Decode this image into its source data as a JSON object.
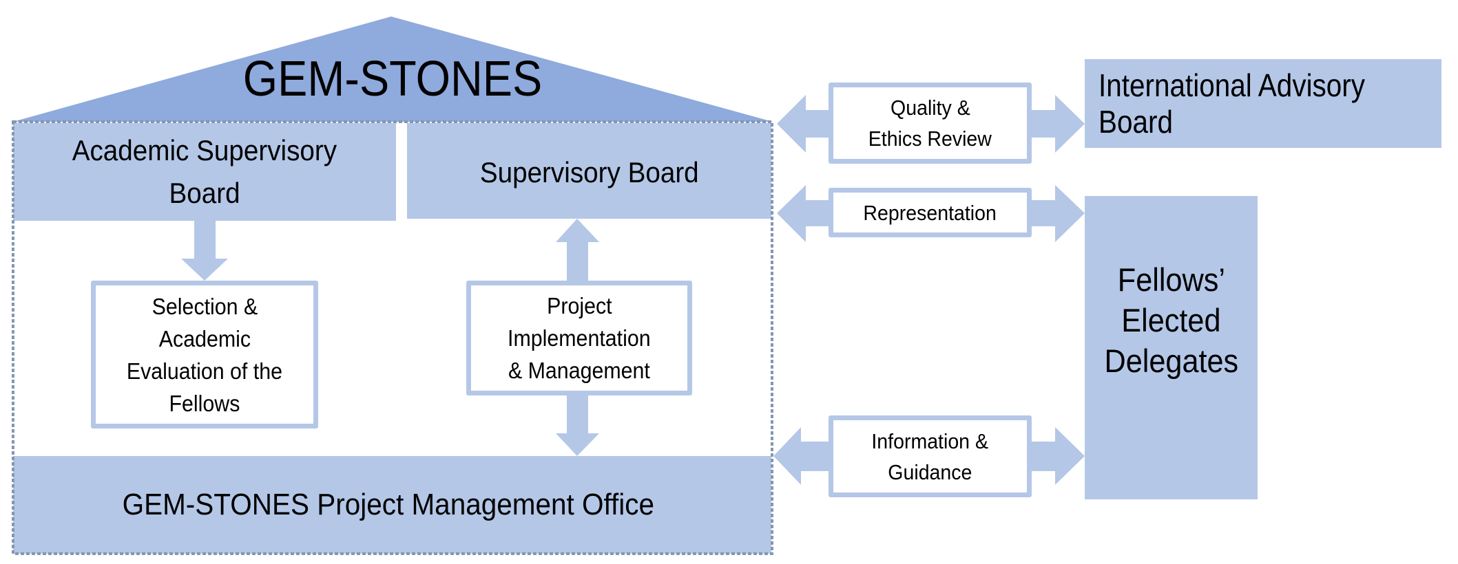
{
  "title": "GEM-STONES",
  "colors": {
    "box_fill": "#b4c7e7",
    "roof_fill": "#8faadc",
    "frame_dash": "#8497b0",
    "text": "#000000",
    "background": "#ffffff"
  },
  "nodes": {
    "academic_supervisory_board": {
      "lines": [
        "Academic Supervisory",
        "Board"
      ]
    },
    "supervisory_board": {
      "lines": [
        "Supervisory Board"
      ]
    },
    "selection_evaluation": {
      "lines": [
        "Selection &",
        "Academic",
        "Evaluation of the",
        "Fellows"
      ]
    },
    "project_implementation": {
      "lines": [
        "Project",
        "Implementation",
        "& Management"
      ]
    },
    "project_management_office": {
      "lines": [
        "GEM-STONES Project Management Office"
      ]
    },
    "quality_ethics_review": {
      "lines": [
        "Quality &",
        "Ethics Review"
      ]
    },
    "representation": {
      "lines": [
        "Representation"
      ]
    },
    "information_guidance": {
      "lines": [
        "Information &",
        "Guidance"
      ]
    },
    "international_advisory_board": {
      "lines": [
        "International Advisory",
        "Board"
      ]
    },
    "fellows_elected_delegates": {
      "lines": [
        "Fellows’",
        "Elected",
        "Delegates"
      ]
    }
  },
  "connections": [
    {
      "from": "academic_supervisory_board",
      "to": "selection_evaluation",
      "direction": "down"
    },
    {
      "from": "project_implementation",
      "to": "supervisory_board",
      "direction": "up"
    },
    {
      "from": "project_implementation",
      "to": "project_management_office",
      "direction": "down"
    },
    {
      "between": [
        "gem_stones_frame",
        "international_advisory_board"
      ],
      "label": "Quality & Ethics Review",
      "direction": "bidirectional"
    },
    {
      "between": [
        "gem_stones_frame",
        "fellows_elected_delegates"
      ],
      "label": "Representation",
      "direction": "bidirectional"
    },
    {
      "between": [
        "project_management_office",
        "fellows_elected_delegates"
      ],
      "label": "Information & Guidance",
      "direction": "bidirectional"
    }
  ]
}
